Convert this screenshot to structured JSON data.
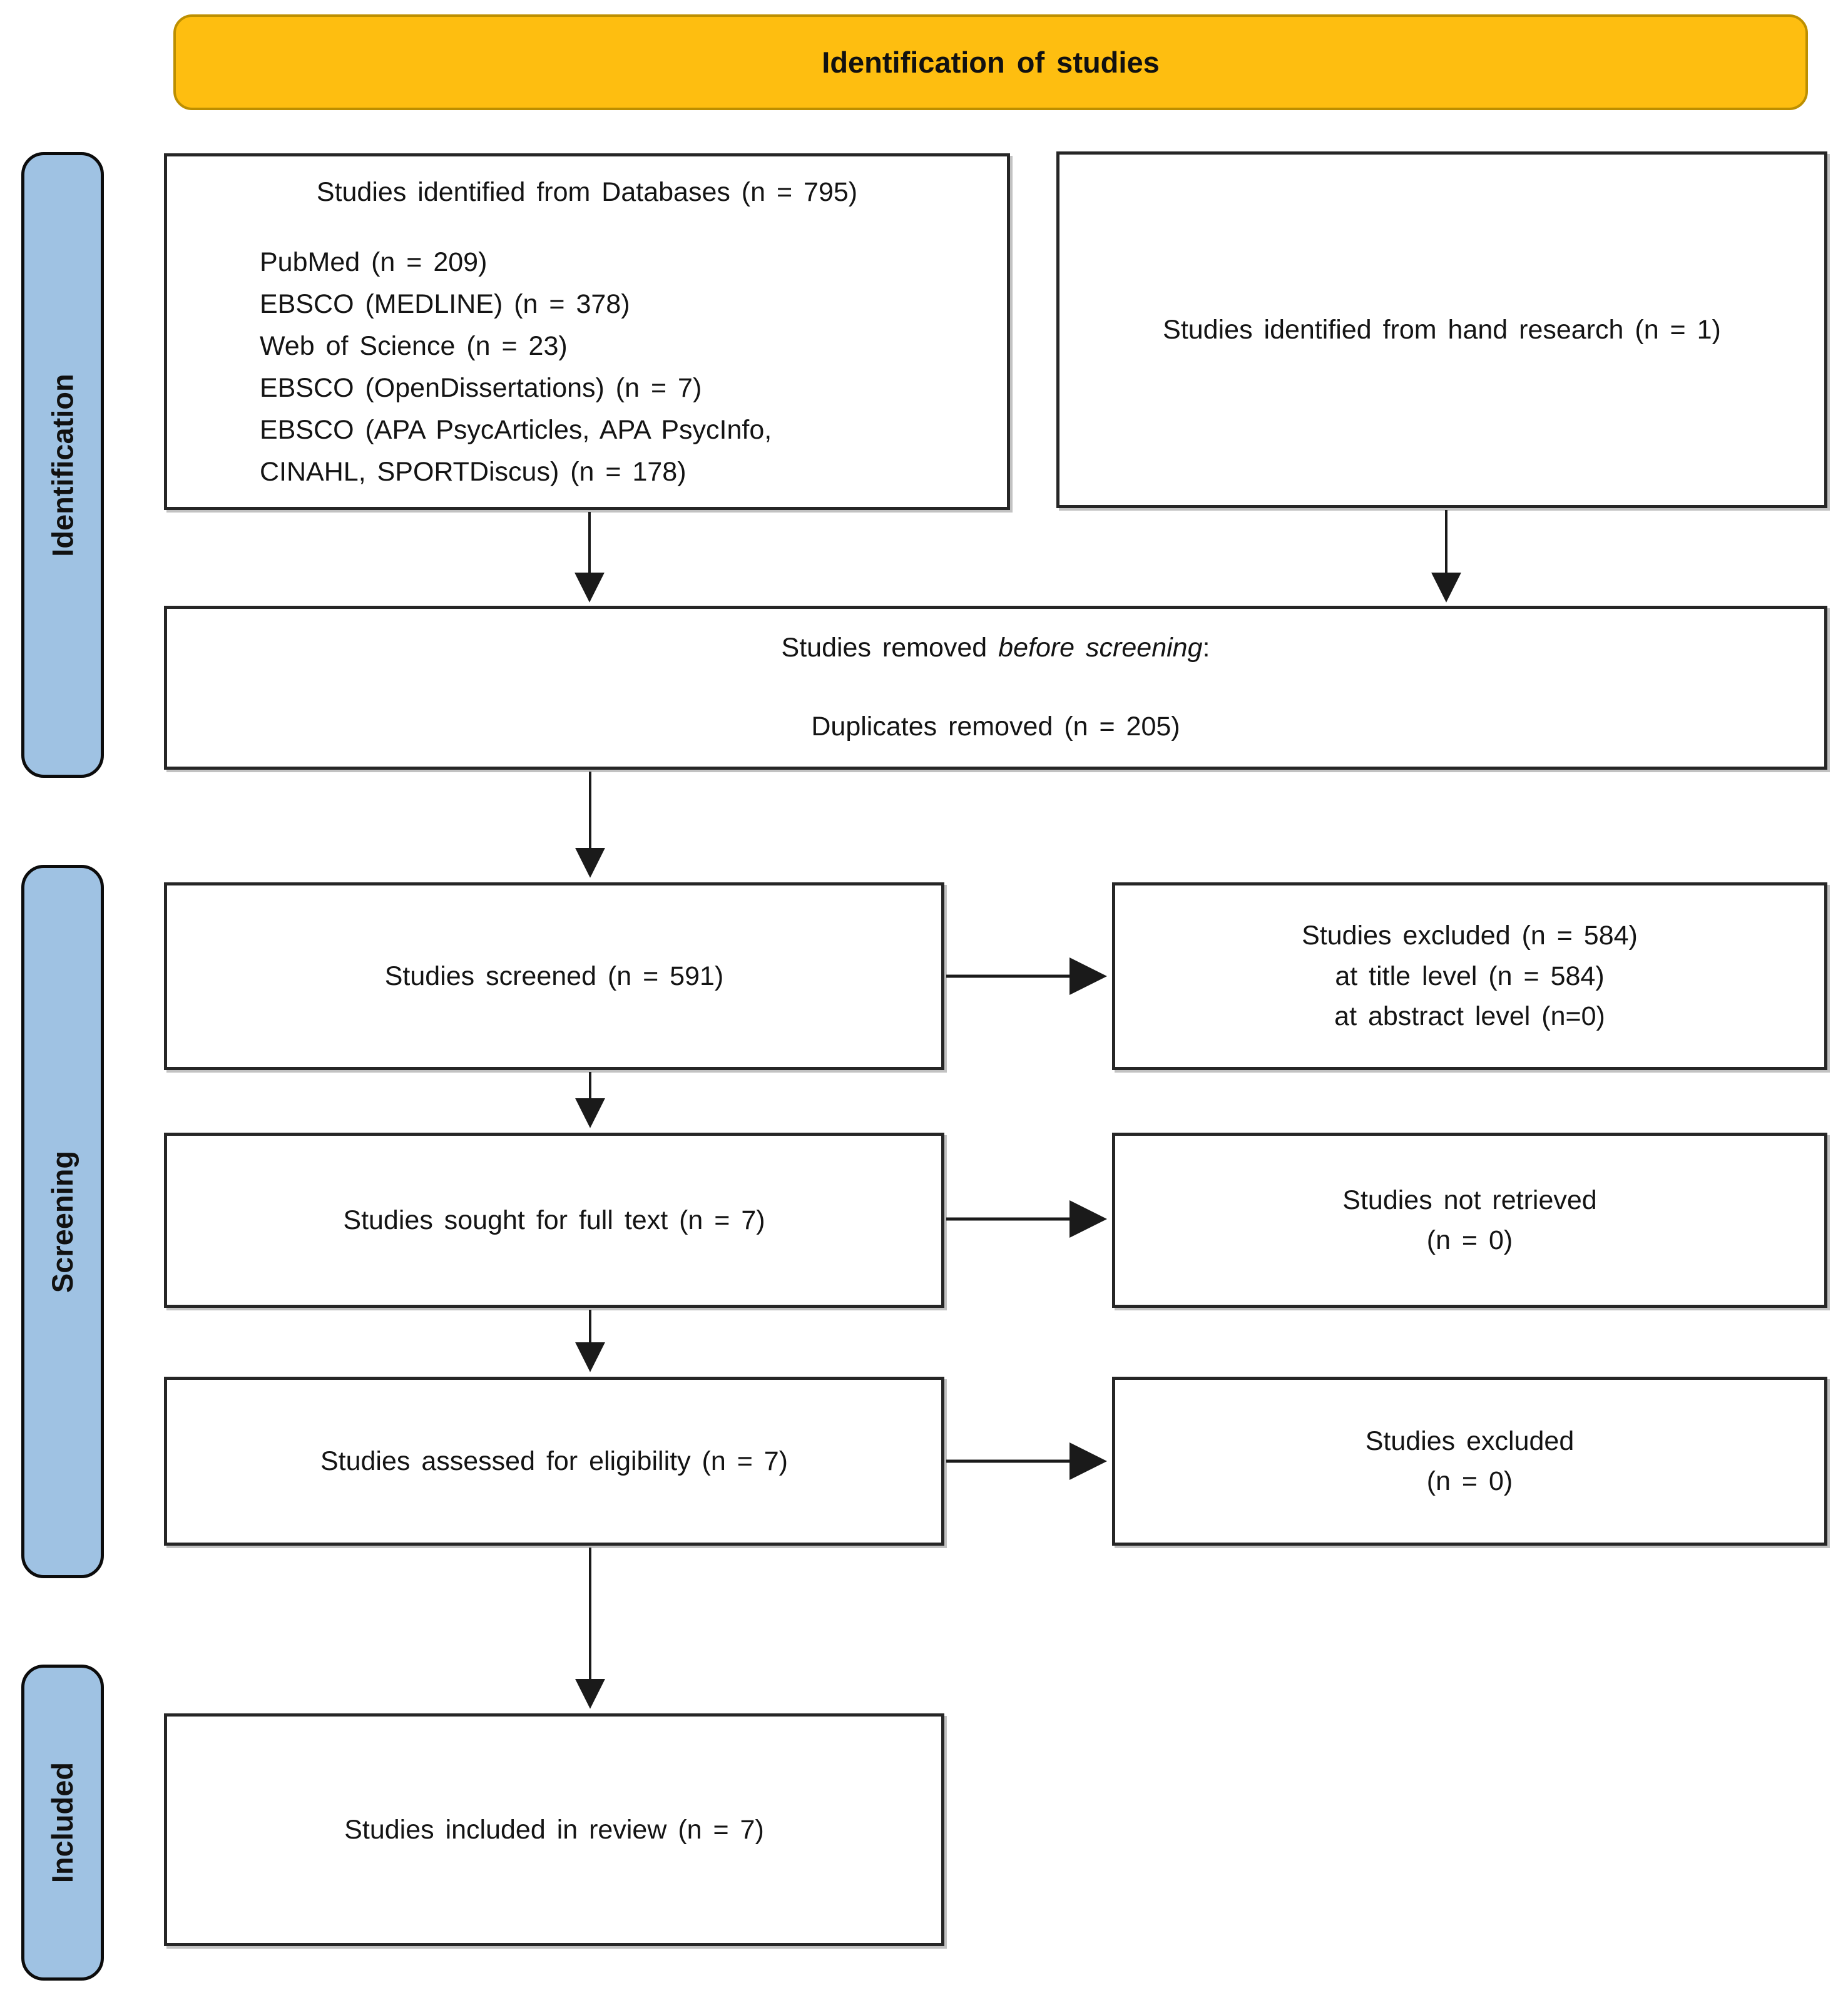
{
  "banner": {
    "title": "Identification of studies"
  },
  "sidebar": {
    "identification_label": "Identification",
    "screening_label": "Screening",
    "included_label": "Included"
  },
  "boxes": {
    "databases": {
      "title": "Studies identified from Databases (n = 795)",
      "items": [
        "PubMed (n = 209)",
        "EBSCO (MEDLINE) (n = 378)",
        "Web of Science (n = 23)",
        "EBSCO (OpenDissertations) (n = 7)",
        "EBSCO (APA PsycArticles, APA PsycInfo, CINAHL, SPORTDiscus) (n = 178)"
      ]
    },
    "hand_research": {
      "text": "Studies identified from hand research (n = 1)"
    },
    "removed": {
      "line1_prefix": "Studies removed ",
      "line1_italic": "before screening",
      "line1_suffix": ":",
      "line2": "Duplicates removed (n = 205)"
    },
    "screened": {
      "text": "Studies screened (n = 591)"
    },
    "excluded_screening": {
      "lines": [
        "Studies excluded (n = 584)",
        "at title level (n = 584)",
        "at abstract level (n=0)"
      ]
    },
    "sought": {
      "text": "Studies sought for full text (n = 7)"
    },
    "not_retrieved": {
      "lines": [
        "Studies not retrieved",
        "(n = 0)"
      ]
    },
    "assessed": {
      "text": "Studies assessed for eligibility (n = 7)"
    },
    "excluded_eligibility": {
      "lines": [
        "Studies excluded",
        "(n = 0)"
      ]
    },
    "included": {
      "text": "Studies included in review (n = 7)"
    }
  },
  "colors": {
    "banner_fill": "#FEBE10",
    "banner_border": "#BD8F00",
    "sidebar_fill": "#9FC2E3",
    "box_border": "#262626",
    "arrow": "#1A1A1A"
  }
}
